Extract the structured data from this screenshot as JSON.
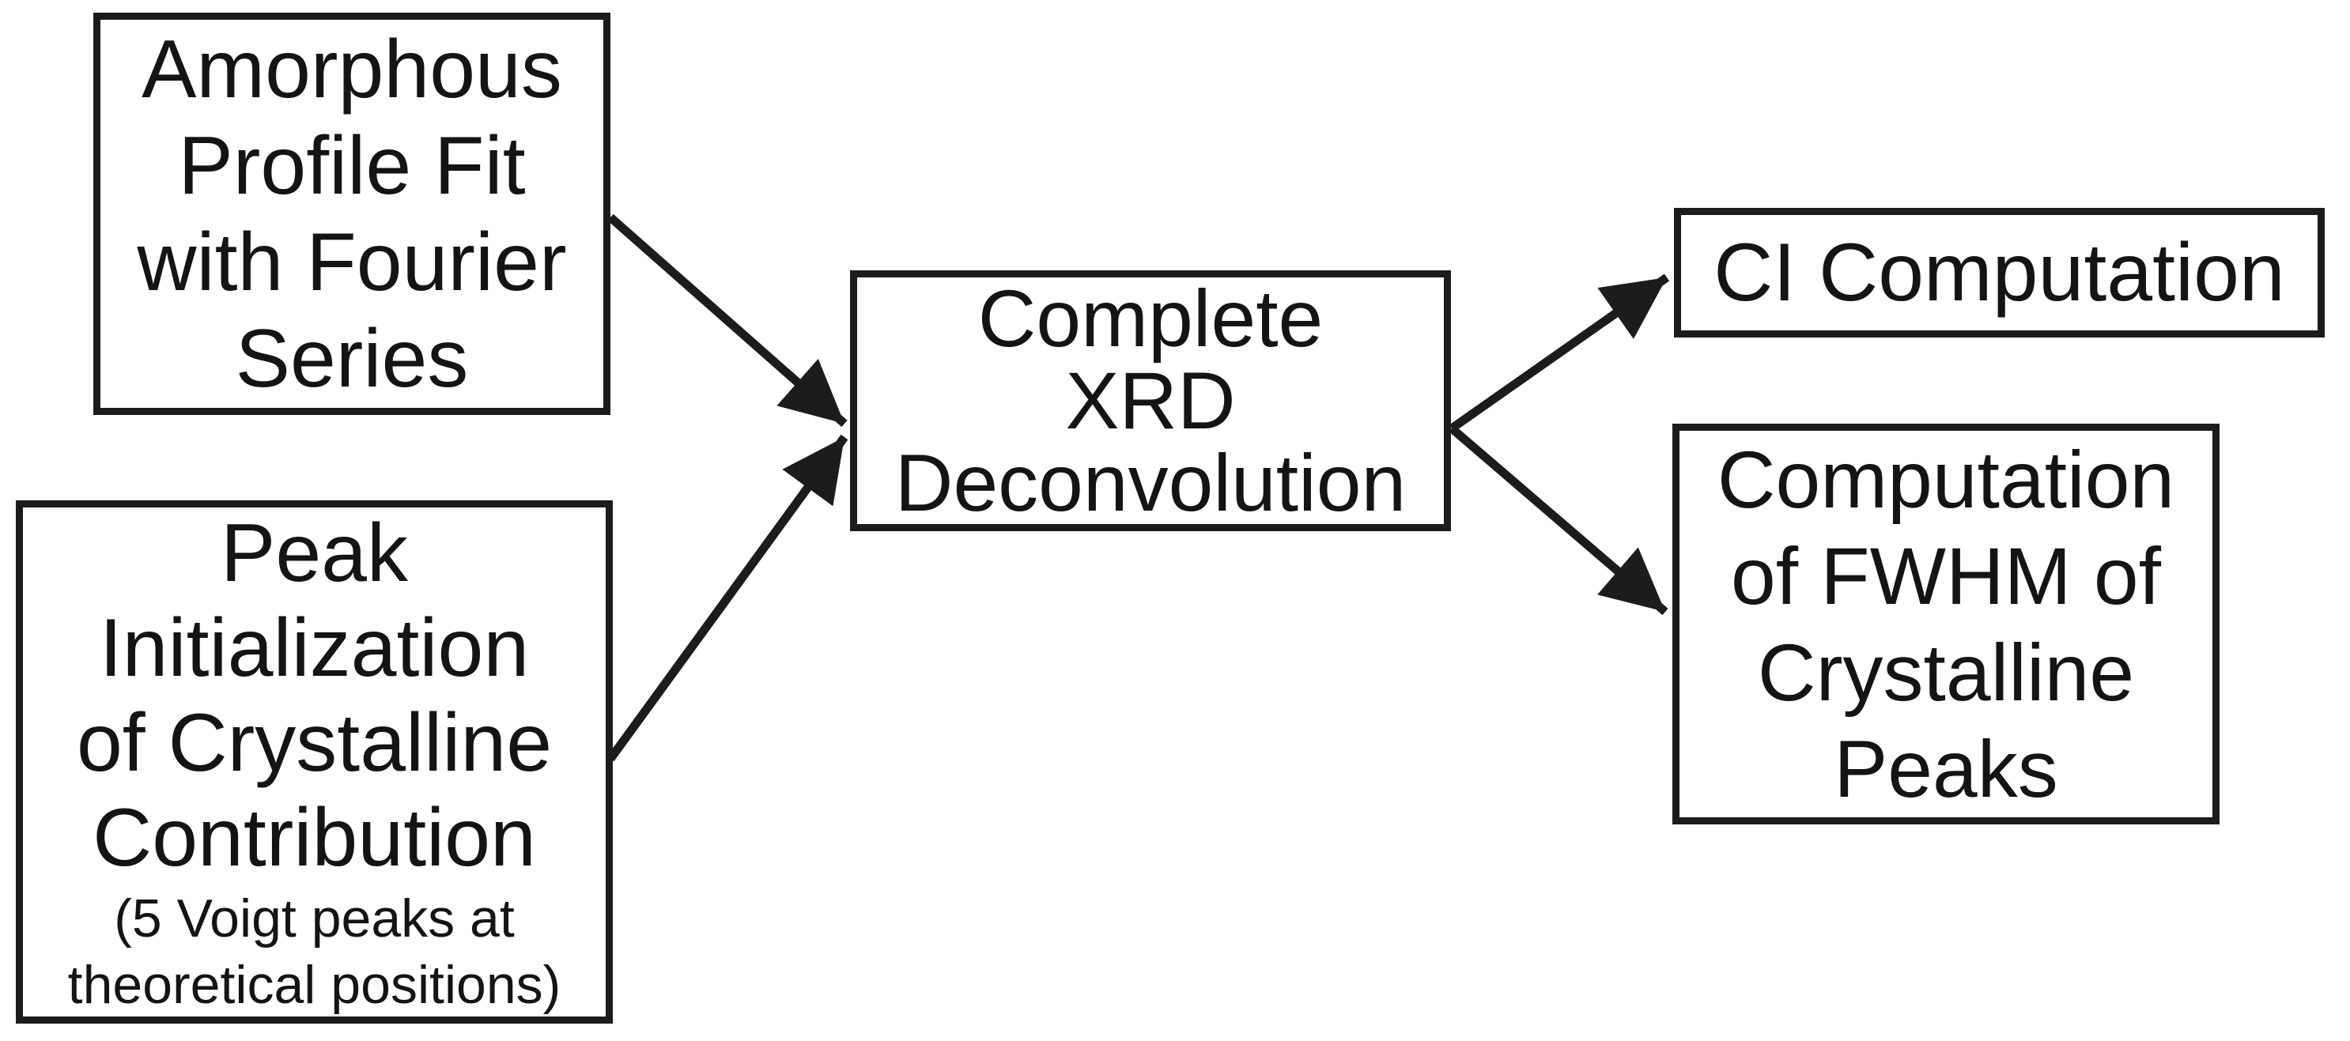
{
  "diagram": {
    "nodes": {
      "amorphous_fit": {
        "label": "Amorphous\nProfile Fit\nwith Fourier\nSeries"
      },
      "peak_init": {
        "label": "Peak\nInitialization\nof Crystalline\nContribution",
        "note": "(5 Voigt peaks at\ntheoretical positions)"
      },
      "deconvolution": {
        "label": "Complete\nXRD\nDeconvolution"
      },
      "ci_computation": {
        "label": "CI Computation"
      },
      "fwhm_computation": {
        "label": "Computation\nof FWHM of\nCrystalline\nPeaks"
      }
    },
    "edges": [
      {
        "from": "amorphous_fit",
        "to": "deconvolution"
      },
      {
        "from": "peak_init",
        "to": "deconvolution"
      },
      {
        "from": "deconvolution",
        "to": "ci_computation"
      },
      {
        "from": "deconvolution",
        "to": "fwhm_computation"
      }
    ],
    "colors": {
      "stroke": "#1c1c1c",
      "text": "#141414",
      "background": "#ffffff"
    }
  }
}
